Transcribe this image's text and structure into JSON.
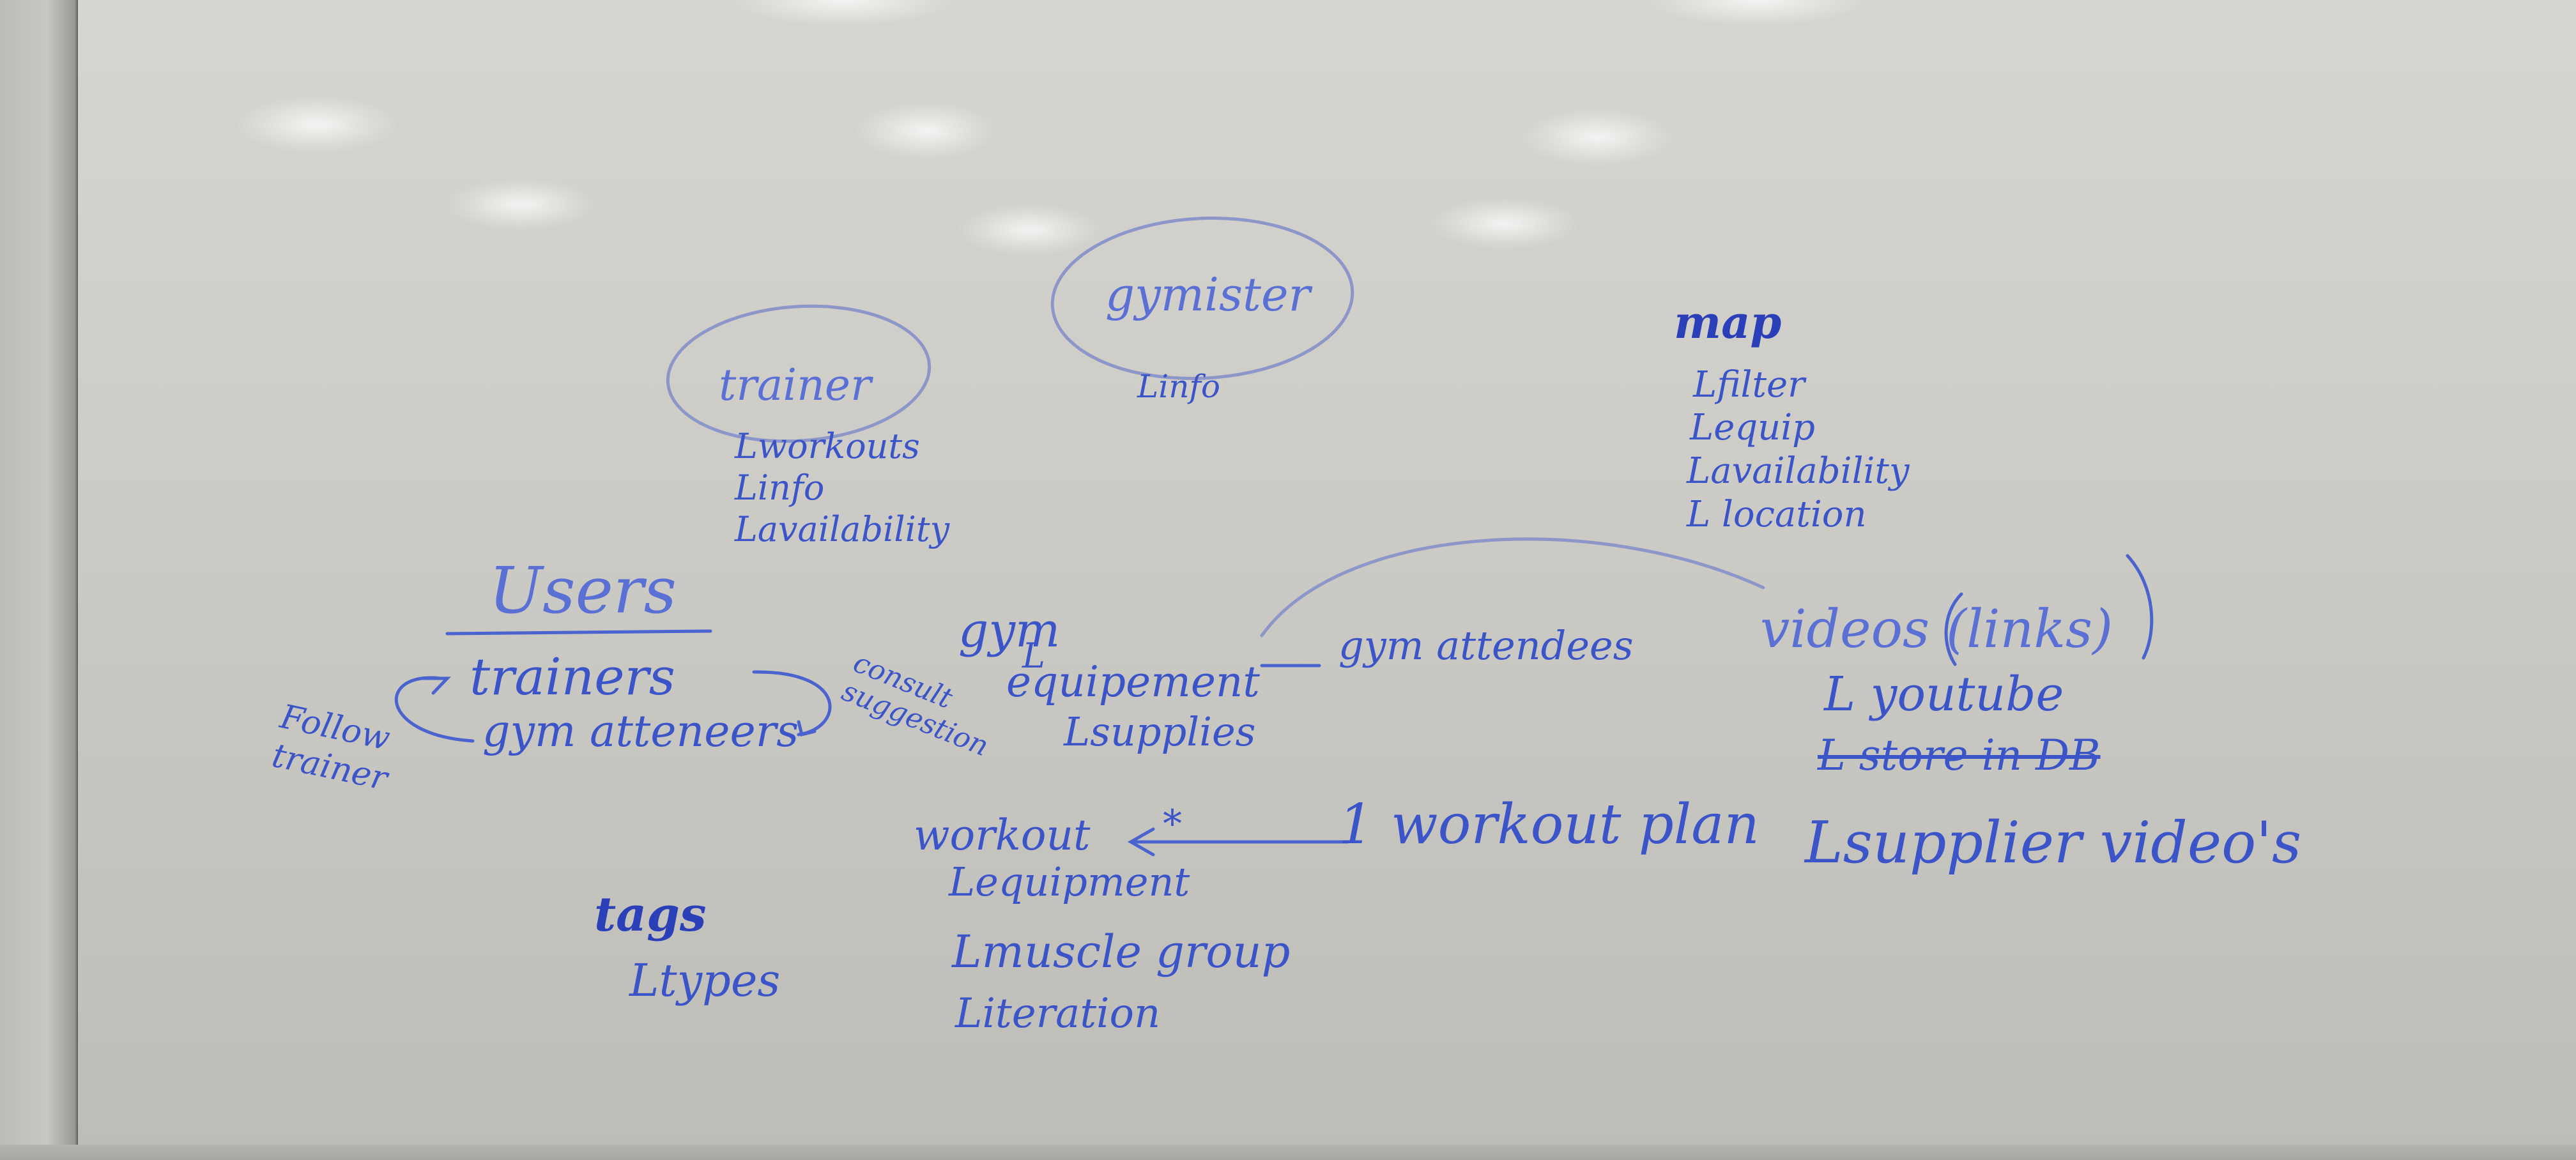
{
  "whiteboard": {
    "ink_color": "#3b55c9",
    "ink_color_dark": "#2a3fb8",
    "circle_color": "#8d96c8",
    "trainer": {
      "title": "trainer",
      "items": [
        "Lworkouts",
        "Linfo",
        "Lavailability"
      ]
    },
    "gymister": {
      "title": "gymister",
      "items": [
        "Linfo"
      ]
    },
    "map": {
      "title": "map",
      "items": [
        "Lfilter",
        "Lequip",
        "Lavailability",
        "L location"
      ]
    },
    "users": {
      "title": "Users",
      "items": [
        "trainers",
        "gym atteneers"
      ],
      "side_note": "Follow trainer",
      "arrow_note": "consult suggestion"
    },
    "gym": {
      "title": "gym",
      "items": [
        "L",
        "equipement",
        "Lsupplies"
      ],
      "link": "gym attendees"
    },
    "videos": {
      "title": "videos (links)",
      "items": [
        "L youtube",
        "L store in DB",
        "Lsupplier video's"
      ]
    },
    "workout": {
      "title": "workout",
      "items": [
        "Lequipment",
        "Lmuscle group",
        "Literation"
      ],
      "arrow_mark": "*"
    },
    "workout_plan": {
      "title": "1 workout plan"
    },
    "tags": {
      "title": "tags",
      "items": [
        "Ltypes"
      ]
    }
  }
}
